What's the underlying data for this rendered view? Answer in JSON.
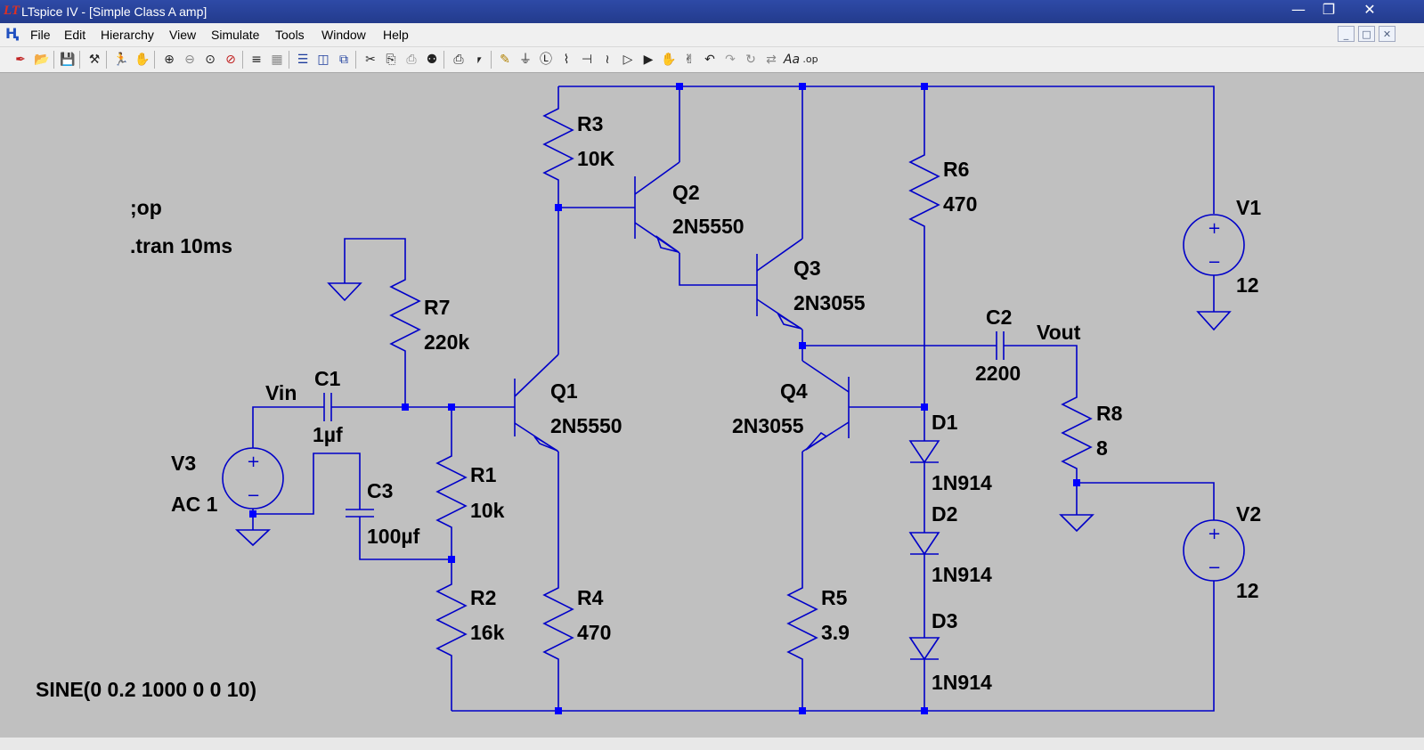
{
  "window": {
    "title": "LTspice IV - [Simple Class A amp]",
    "min_icon": "minimize-icon",
    "max_icon": "restore-icon",
    "close_icon": "close-icon"
  },
  "menu": [
    "File",
    "Edit",
    "Hierarchy",
    "View",
    "Simulate",
    "Tools",
    "Window",
    "Help"
  ],
  "toolbar_icons": [
    "new-schematic-icon",
    "open-icon",
    "save-icon",
    "control-panel-icon",
    "run-icon",
    "halt-icon",
    "zoom-in-icon",
    "zoom-out-icon",
    "zoom-fit-icon",
    "cancel-zoom-icon",
    "autorange-icon",
    "grid-icon",
    "tile-horizontal-icon",
    "tile-vertical-icon",
    "cascade-icon",
    "cut-icon",
    "copy-icon",
    "paste-icon",
    "find-icon",
    "print-icon",
    "print-preview-icon",
    "wire-icon",
    "ground-icon",
    "label-net-icon",
    "resistor-icon",
    "capacitor-icon",
    "inductor-icon",
    "diode-icon",
    "component-icon",
    "move-icon",
    "drag-icon",
    "undo-icon",
    "redo-icon",
    "rotate-icon",
    "mirror-icon",
    "text-icon",
    "spice-directive-icon"
  ],
  "schematic": {
    "directives": {
      "op": ";op",
      "tran": ".tran 10ms",
      "sine": "SINE(0 0.2 1000 0 0 10)"
    },
    "nets": {
      "vin": "Vin",
      "vout": "Vout"
    },
    "components": {
      "R1": {
        "name": "R1",
        "value": "10k"
      },
      "R2": {
        "name": "R2",
        "value": "16k"
      },
      "R3": {
        "name": "R3",
        "value": "10K"
      },
      "R4": {
        "name": "R4",
        "value": "470"
      },
      "R5": {
        "name": "R5",
        "value": "3.9"
      },
      "R6": {
        "name": "R6",
        "value": "470"
      },
      "R7": {
        "name": "R7",
        "value": "220k"
      },
      "R8": {
        "name": "R8",
        "value": "8"
      },
      "C1": {
        "name": "C1",
        "value": "1µf"
      },
      "C2": {
        "name": "C2",
        "value": "2200"
      },
      "C3": {
        "name": "C3",
        "value": "100µf"
      },
      "Q1": {
        "name": "Q1",
        "value": "2N5550"
      },
      "Q2": {
        "name": "Q2",
        "value": "2N5550"
      },
      "Q3": {
        "name": "Q3",
        "value": "2N3055"
      },
      "Q4": {
        "name": "Q4",
        "value": "2N3055"
      },
      "D1": {
        "name": "D1",
        "value": "1N914"
      },
      "D2": {
        "name": "D2",
        "value": "1N914"
      },
      "D3": {
        "name": "D3",
        "value": "1N914"
      },
      "V1": {
        "name": "V1",
        "value": "12"
      },
      "V2": {
        "name": "V2",
        "value": "12"
      },
      "V3": {
        "name": "V3",
        "value": "AC 1"
      }
    },
    "source_symbols": {
      "plus": "+",
      "minus": "−"
    }
  }
}
